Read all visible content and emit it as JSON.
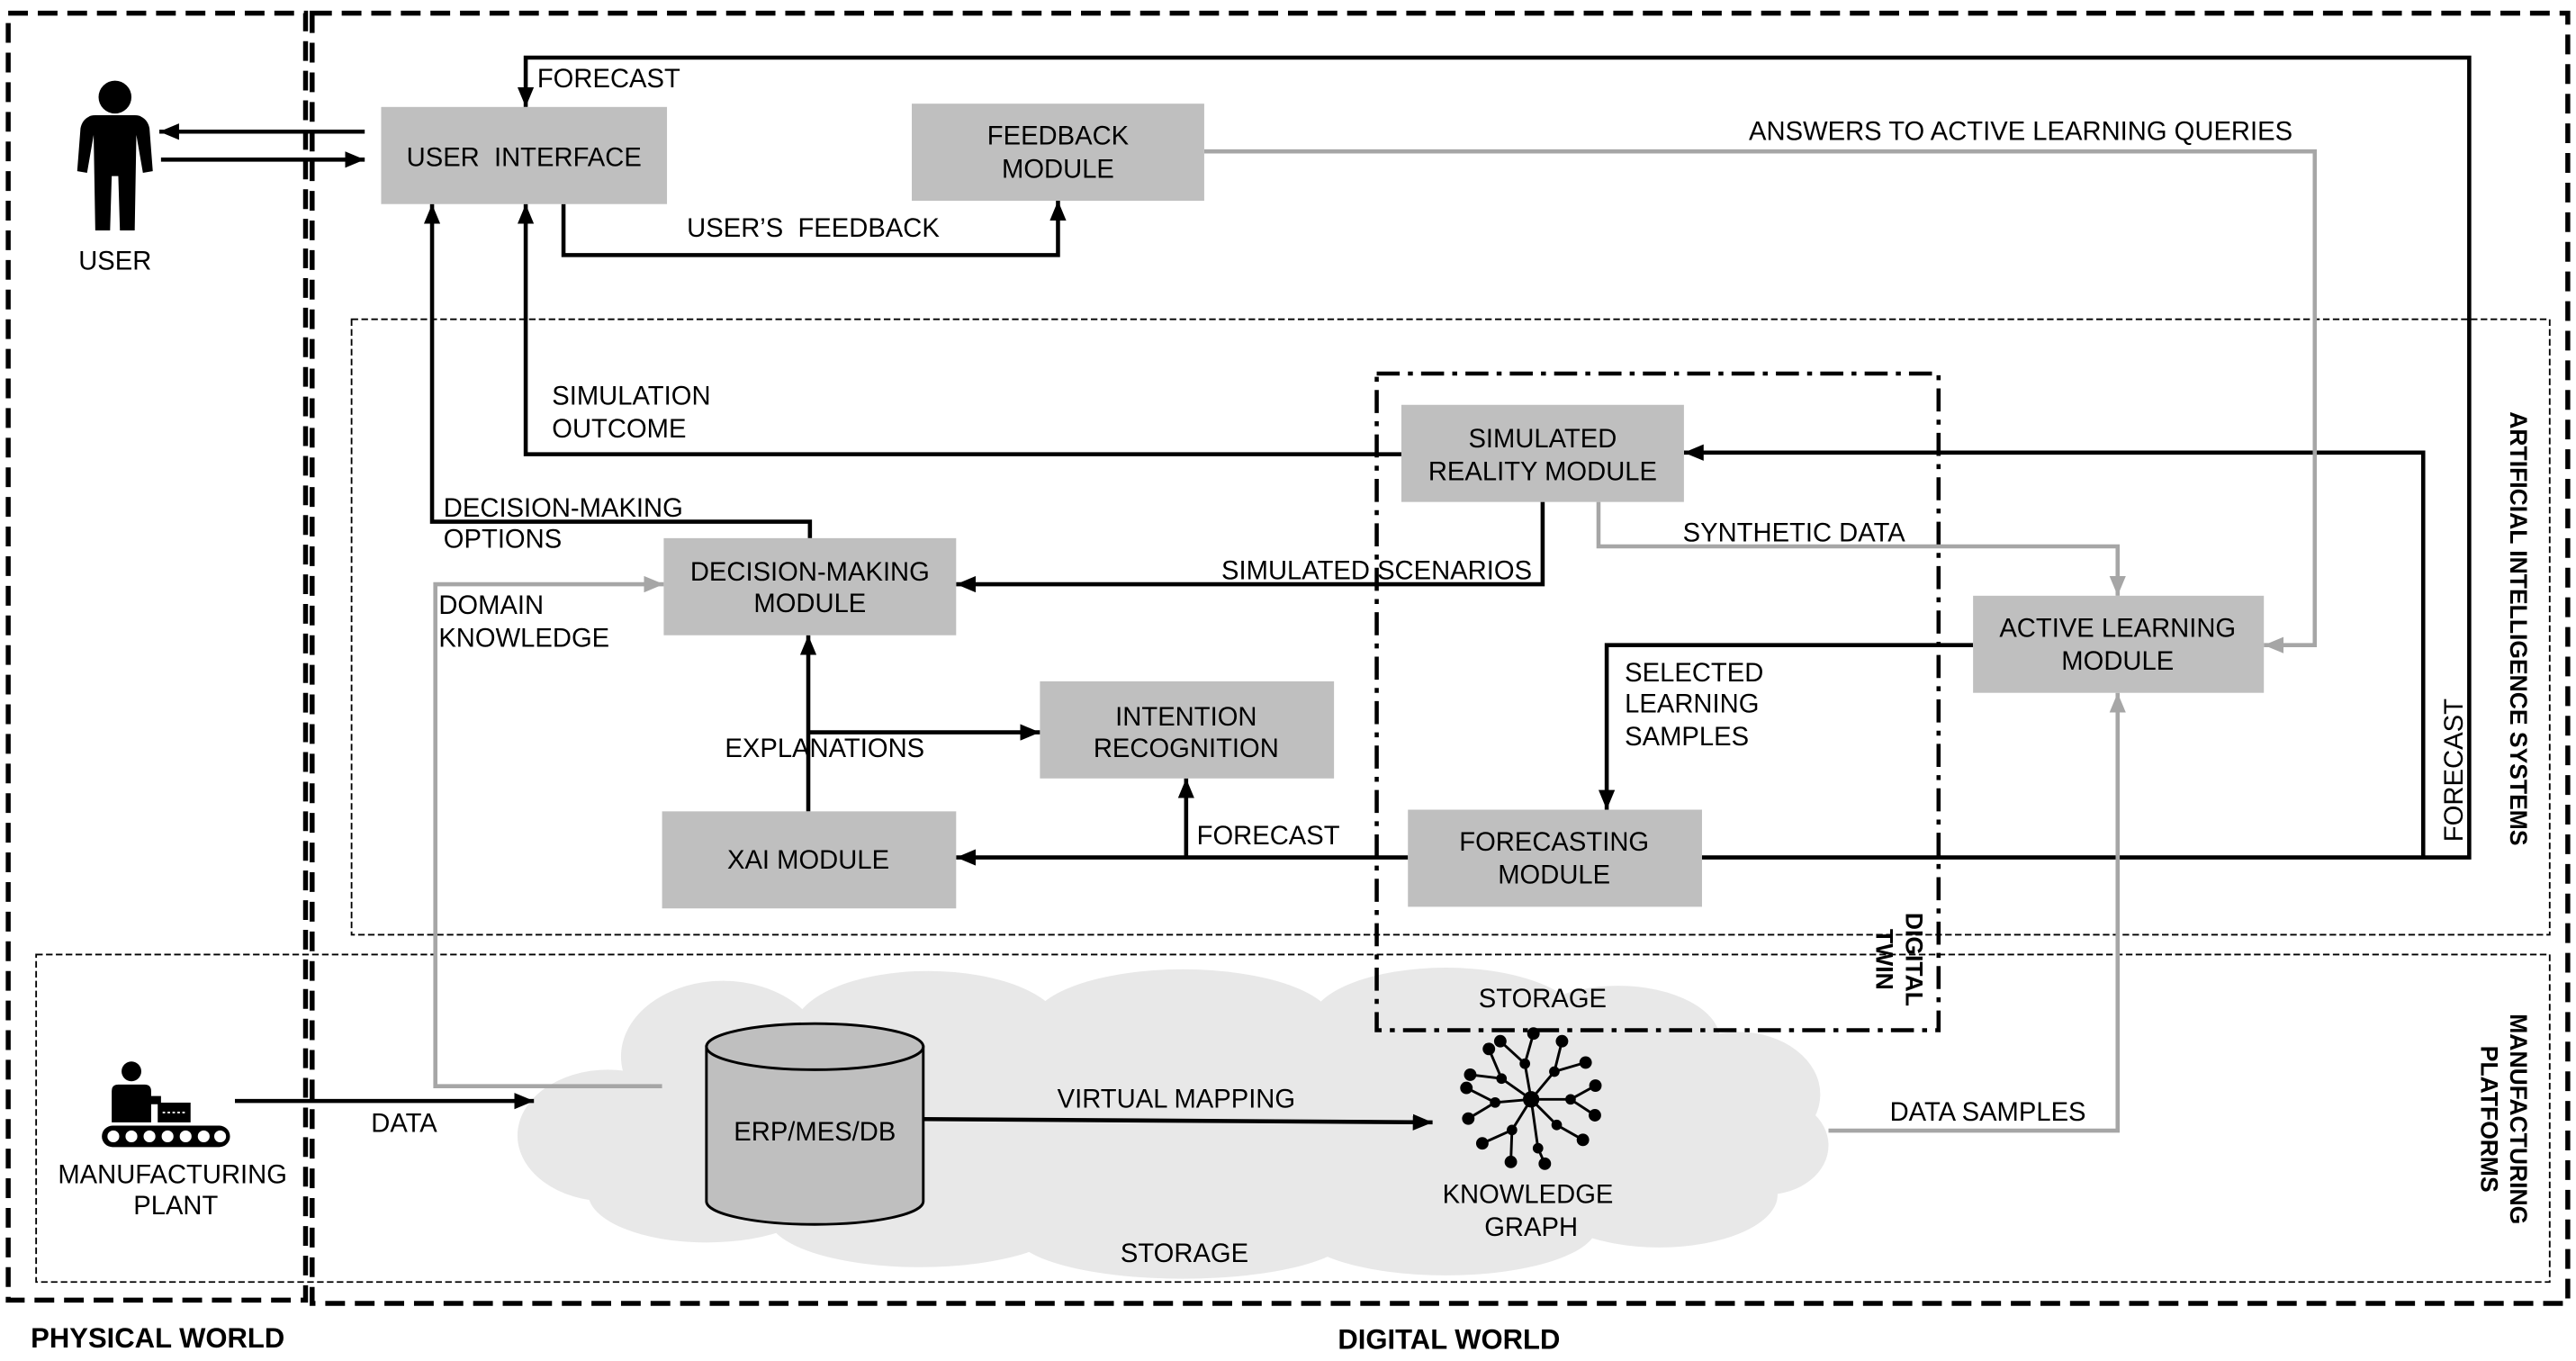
{
  "actors": {
    "user": "USER",
    "manufacturing_plant": [
      "MANUFACTURING",
      "PLANT"
    ]
  },
  "regions": {
    "physical_world": "PHYSICAL WORLD",
    "digital_world": "DIGITAL WORLD",
    "ai_systems": "ARTIFICIAL INTELLIGENCE SYSTEMS",
    "manufacturing_platforms": [
      "MANUFACTURING",
      "PLATFORMS"
    ],
    "digital_twin": [
      "DIGITAL",
      "TWIN"
    ]
  },
  "modules": {
    "user_interface": "USER  INTERFACE",
    "feedback": [
      "FEEDBACK",
      "MODULE"
    ],
    "simulated_reality": [
      "SIMULATED",
      "REALITY MODULE"
    ],
    "decision_making": [
      "DECISION-MAKING",
      "MODULE"
    ],
    "active_learning": [
      "ACTIVE LEARNING",
      "MODULE"
    ],
    "intention_recognition": [
      "INTENTION",
      "RECOGNITION"
    ],
    "xai": "XAI MODULE",
    "forecasting": [
      "FORECASTING",
      "MODULE"
    ]
  },
  "storage": {
    "database": "ERP/MES/DB",
    "knowledge_graph": [
      "KNOWLEDGE",
      "GRAPH"
    ],
    "storage_upper": "STORAGE",
    "storage_lower": "STORAGE"
  },
  "flows": {
    "forecast_to_ui": "FORECAST",
    "users_feedback": "USER’S  FEEDBACK",
    "answers": "ANSWERS TO ACTIVE LEARNING QUERIES",
    "simulation_outcome": [
      "SIMULATION",
      "OUTCOME"
    ],
    "decision_options": [
      "DECISION-MAKING",
      "OPTIONS"
    ],
    "domain_knowledge": [
      "DOMAIN",
      "KNOWLEDGE"
    ],
    "simulated_scenarios": "SIMULATED SCENARIOS",
    "synthetic_data": "SYNTHETIC DATA",
    "selected_samples": [
      "SELECTED",
      "LEARNING",
      "SAMPLES"
    ],
    "explanations": "EXPLANATIONS",
    "forecast_to_xai": "FORECAST",
    "forecast_loop": "FORECAST",
    "data": "DATA",
    "virtual_mapping": "VIRTUAL MAPPING",
    "data_samples": "DATA SAMPLES"
  },
  "icons": {
    "user": "person-icon",
    "plant": "factory-worker-conveyor-icon",
    "database": "database-cylinder-icon",
    "graph": "knowledge-graph-icon"
  },
  "colors": {
    "module_fill": "#bfbfbf",
    "cloud_fill": "#e8e8e8",
    "arrow": "#000000",
    "secondary_arrow": "#a6a6a6",
    "text": "#000000"
  }
}
